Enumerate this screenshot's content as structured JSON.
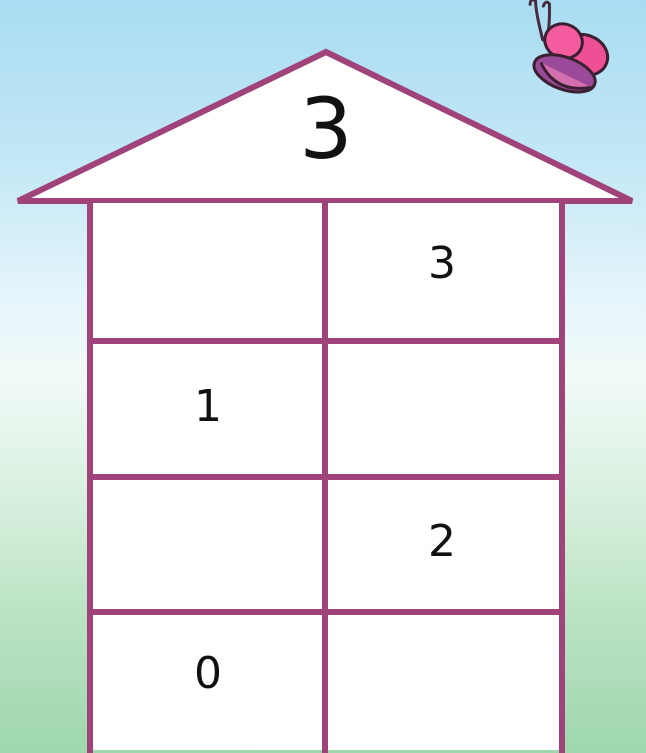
{
  "house": {
    "total": "3",
    "rows": [
      {
        "left": "",
        "right": "3"
      },
      {
        "left": "1",
        "right": ""
      },
      {
        "left": "",
        "right": "2"
      },
      {
        "left": "0",
        "right": ""
      }
    ]
  },
  "colors": {
    "frame": "#a0437a",
    "fill": "#ffffff",
    "butterfly_wing": "#ef4f95",
    "butterfly_body": "#9b4a9a"
  },
  "icons": {
    "decoration": "butterfly-icon"
  }
}
